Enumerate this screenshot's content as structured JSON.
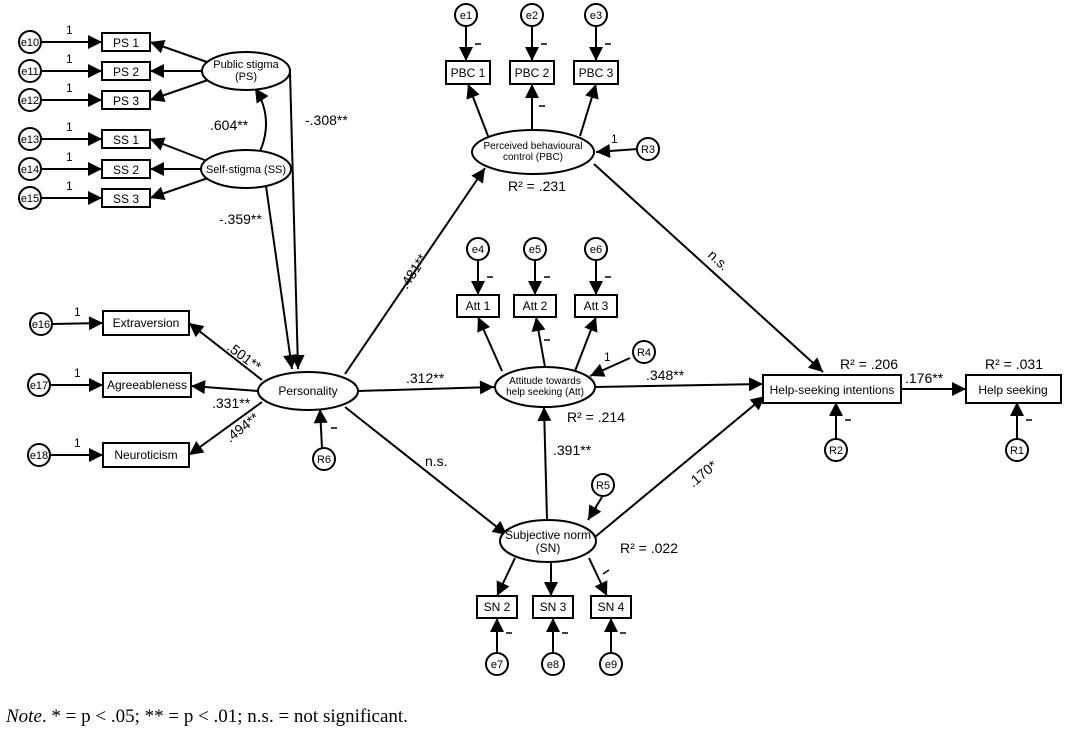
{
  "boxes": {
    "ps1": "PS 1",
    "ps2": "PS 2",
    "ps3": "PS 3",
    "ss1": "SS 1",
    "ss2": "SS 2",
    "ss3": "SS 3",
    "extraversion": "Extraversion",
    "agreeableness": "Agreeableness",
    "neuroticism": "Neuroticism",
    "pbc1": "PBC 1",
    "pbc2": "PBC 2",
    "pbc3": "PBC 3",
    "att1": "Att 1",
    "att2": "Att 2",
    "att3": "Att 3",
    "sn2": "SN 2",
    "sn3": "SN 3",
    "sn4": "SN 4",
    "hsi": "Help-seeking intentions",
    "hs": "Help seeking"
  },
  "latents": {
    "ps": [
      "Public stigma",
      "(PS)"
    ],
    "ss": [
      "Self-stigma (SS)"
    ],
    "personality": [
      "Personality"
    ],
    "pbc": [
      "Perceived behavioural",
      "control (PBC)"
    ],
    "att": [
      "Attitude towards",
      "help seeking (Att)"
    ],
    "sn": [
      "Subjective norm",
      "(SN)"
    ]
  },
  "errors": {
    "e10": "e10",
    "e11": "e11",
    "e12": "e12",
    "e13": "e13",
    "e14": "e14",
    "e15": "e15",
    "e16": "e16",
    "e17": "e17",
    "e18": "e18",
    "e1": "e1",
    "e2": "e2",
    "e3": "e3",
    "e4": "e4",
    "e5": "e5",
    "e6": "e6",
    "e7": "e7",
    "e8": "e8",
    "e9": "e9",
    "r1": "R1",
    "r2": "R2",
    "r3": "R3",
    "r4": "R4",
    "r5": "R5",
    "r6": "R6"
  },
  "paths": {
    "ps_personality": "-.308**",
    "ss_personality": "-.359**",
    "ps_ss_cov": ".604**",
    "pers_extra": ".501**",
    "pers_agree": ".331**",
    "pers_neuro": ".494**",
    "pers_pbc": ".481**",
    "pers_att": ".312**",
    "pers_sn": "n.s.",
    "pbc_hsi": "n.s.",
    "att_hsi": ".348**",
    "sn_att": ".391**",
    "sn_hsi": ".170*",
    "hsi_hs": ".176**"
  },
  "r2": {
    "pbc": "R² = .231",
    "att": "R² = .214",
    "sn": "R² = .022",
    "hsi": "R² = .206",
    "hs": "R² = .031"
  },
  "fixed_loading": "1",
  "note": {
    "lead": "Note",
    "text": ". * = p < .05; ** = p < .01; n.s. = not significant."
  }
}
